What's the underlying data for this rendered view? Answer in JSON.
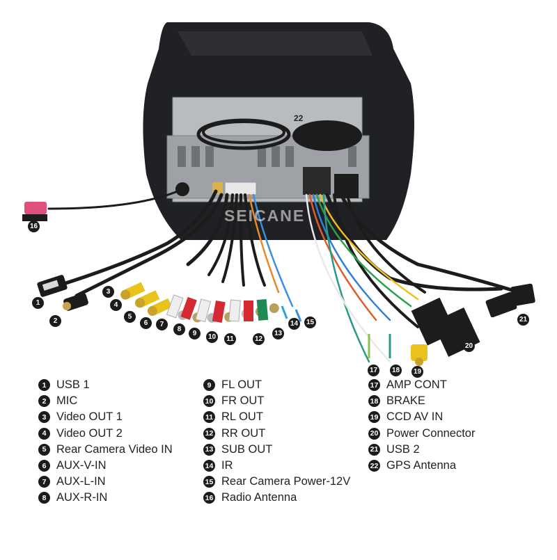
{
  "watermark": "SEICANE",
  "device_label": "22",
  "colors": {
    "bezel": "#202124",
    "chassis": "#b9bcbf",
    "wire": "#1c1c1c",
    "rca_yellow": "#e9c21c",
    "rca_red": "#d62a33",
    "rca_white": "#eeeeee",
    "rca_green": "#1f8a54",
    "badge": "#1b1b1b"
  },
  "callouts": [
    {
      "n": "1"
    },
    {
      "n": "2"
    },
    {
      "n": "3"
    },
    {
      "n": "4"
    },
    {
      "n": "5"
    },
    {
      "n": "6"
    },
    {
      "n": "7"
    },
    {
      "n": "8"
    },
    {
      "n": "9"
    },
    {
      "n": "10"
    },
    {
      "n": "11"
    },
    {
      "n": "12"
    },
    {
      "n": "13"
    },
    {
      "n": "14"
    },
    {
      "n": "15"
    },
    {
      "n": "16"
    },
    {
      "n": "17"
    },
    {
      "n": "18"
    },
    {
      "n": "19"
    },
    {
      "n": "20"
    },
    {
      "n": "21"
    }
  ],
  "legend": {
    "col1": [
      {
        "n": "1",
        "label": "USB 1"
      },
      {
        "n": "2",
        "label": "MIC"
      },
      {
        "n": "3",
        "label": "Video OUT 1"
      },
      {
        "n": "4",
        "label": "Video OUT 2"
      },
      {
        "n": "5",
        "label": "Rear Camera Video IN"
      },
      {
        "n": "6",
        "label": "AUX-V-IN"
      },
      {
        "n": "7",
        "label": "AUX-L-IN"
      },
      {
        "n": "8",
        "label": "AUX-R-IN"
      }
    ],
    "col2": [
      {
        "n": "9",
        "label": "FL OUT"
      },
      {
        "n": "10",
        "label": "FR OUT"
      },
      {
        "n": "11",
        "label": "RL OUT"
      },
      {
        "n": "12",
        "label": "RR OUT"
      },
      {
        "n": "13",
        "label": "SUB OUT"
      },
      {
        "n": "14",
        "label": "IR"
      },
      {
        "n": "15",
        "label": "Rear Camera Power-12V"
      },
      {
        "n": "16",
        "label": "Radio Antenna"
      }
    ],
    "col3": [
      {
        "n": "17",
        "label": "AMP CONT"
      },
      {
        "n": "18",
        "label": "BRAKE"
      },
      {
        "n": "19",
        "label": "CCD AV IN"
      },
      {
        "n": "20",
        "label": "Power Connector"
      },
      {
        "n": "21",
        "label": "USB 2"
      },
      {
        "n": "22",
        "label": "GPS Antenna"
      }
    ]
  }
}
